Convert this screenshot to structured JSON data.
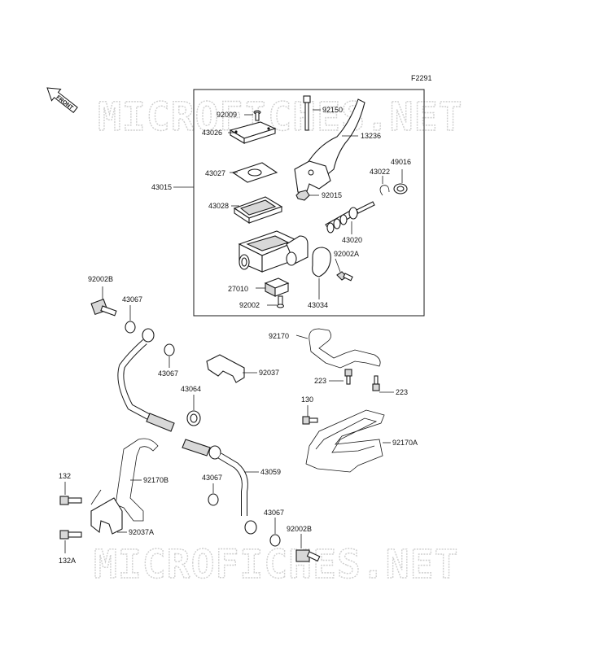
{
  "figure_code": "F2291",
  "front_label": "FRONT",
  "watermark": "MICROFICHES.NET",
  "callouts": [
    {
      "id": "92009",
      "text": "92009"
    },
    {
      "id": "92150",
      "text": "92150"
    },
    {
      "id": "43026",
      "text": "43026"
    },
    {
      "id": "13236",
      "text": "13236"
    },
    {
      "id": "49016",
      "text": "49016"
    },
    {
      "id": "43027",
      "text": "43027"
    },
    {
      "id": "43022",
      "text": "43022"
    },
    {
      "id": "43015",
      "text": "43015"
    },
    {
      "id": "92015",
      "text": "92015"
    },
    {
      "id": "43028",
      "text": "43028"
    },
    {
      "id": "43020",
      "text": "43020"
    },
    {
      "id": "92002A",
      "text": "92002A"
    },
    {
      "id": "92002B_top",
      "text": "92002B"
    },
    {
      "id": "27010",
      "text": "27010"
    },
    {
      "id": "43067_a",
      "text": "43067"
    },
    {
      "id": "92002",
      "text": "92002"
    },
    {
      "id": "43034",
      "text": "43034"
    },
    {
      "id": "92170",
      "text": "92170"
    },
    {
      "id": "43067_b",
      "text": "43067"
    },
    {
      "id": "92037",
      "text": "92037"
    },
    {
      "id": "223_a",
      "text": "223"
    },
    {
      "id": "223_b",
      "text": "223"
    },
    {
      "id": "43064",
      "text": "43064"
    },
    {
      "id": "130",
      "text": "130"
    },
    {
      "id": "92170A",
      "text": "92170A"
    },
    {
      "id": "132",
      "text": "132"
    },
    {
      "id": "92170B",
      "text": "92170B"
    },
    {
      "id": "43059",
      "text": "43059"
    },
    {
      "id": "43067_c",
      "text": "43067"
    },
    {
      "id": "43067_d",
      "text": "43067"
    },
    {
      "id": "92037A",
      "text": "92037A"
    },
    {
      "id": "92002B_bottom",
      "text": "92002B"
    },
    {
      "id": "132A",
      "text": "132A"
    }
  ]
}
